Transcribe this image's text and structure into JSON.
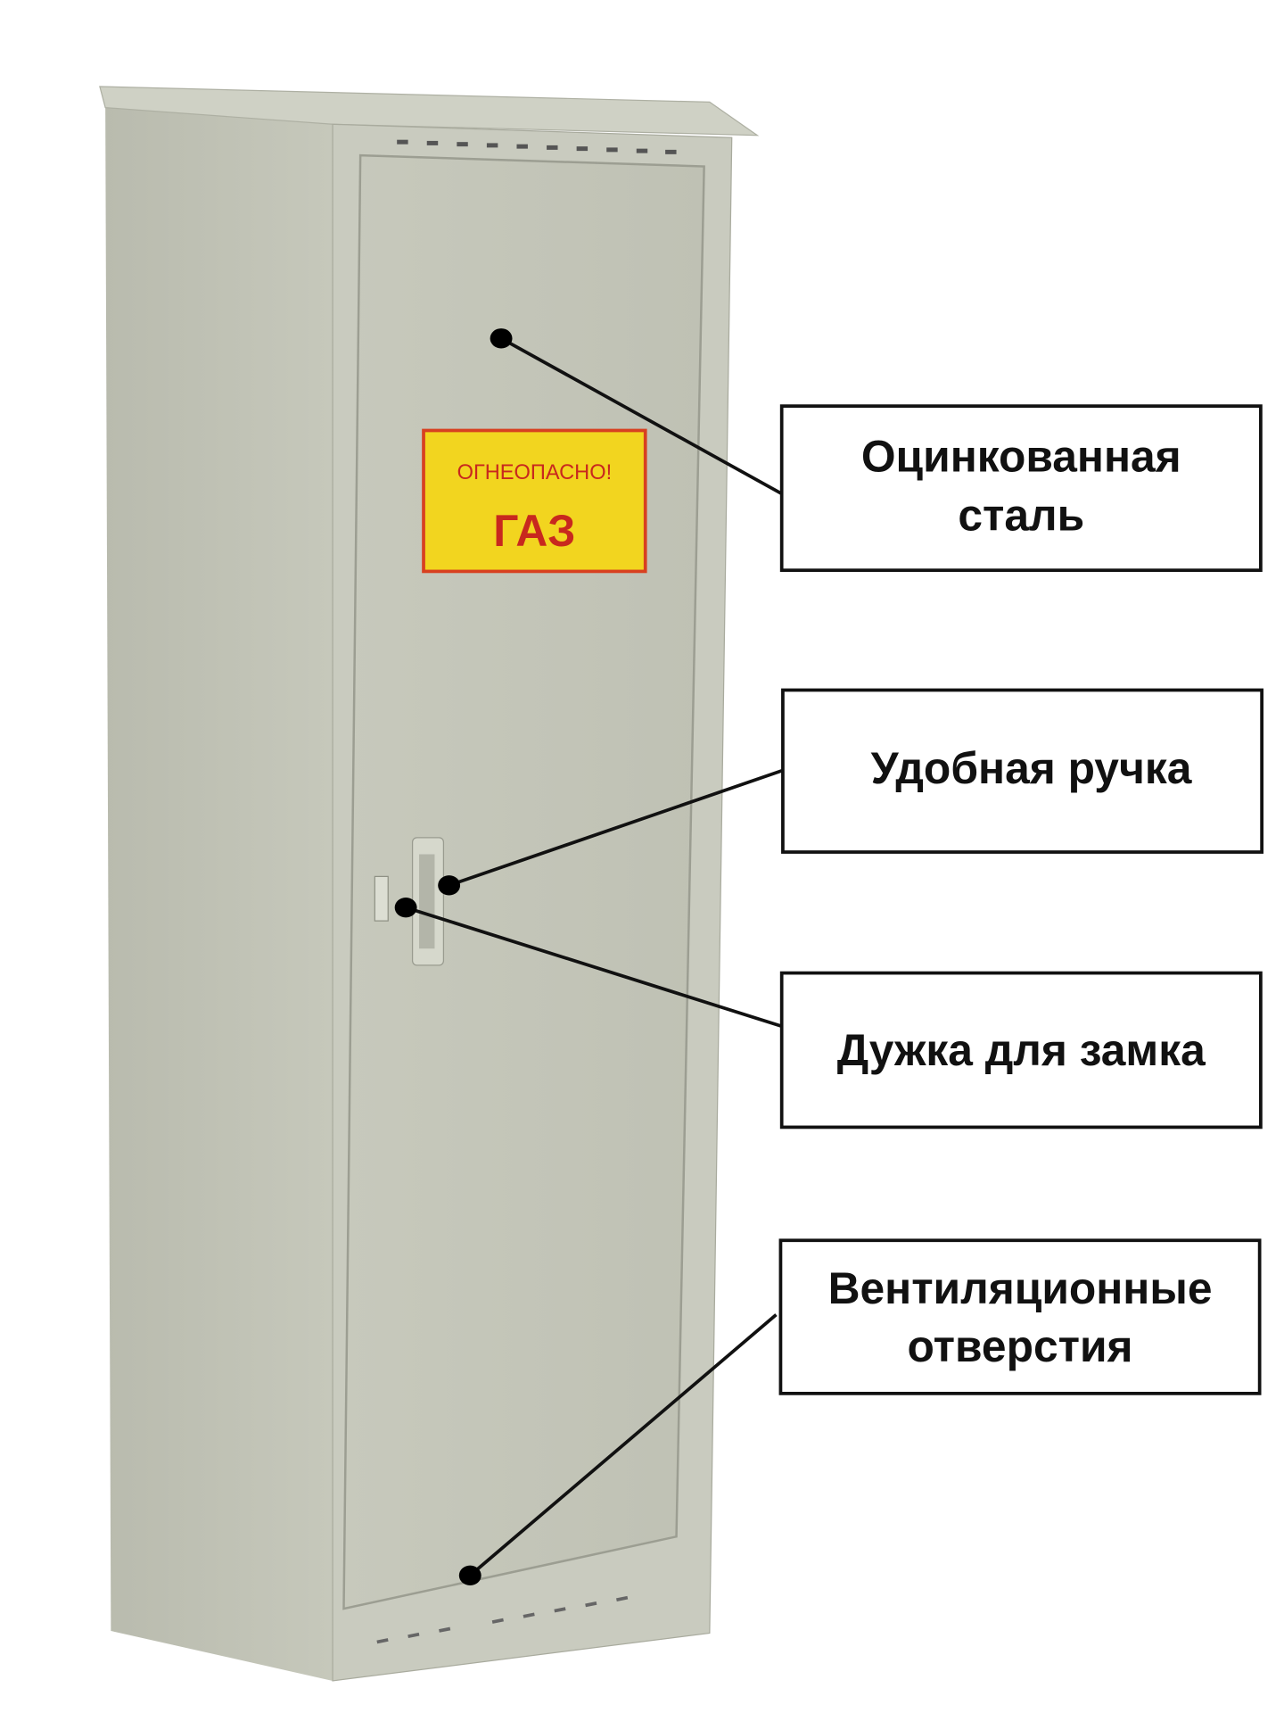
{
  "sign": {
    "line1": "ОГНЕОПАСНО!",
    "line2": "ГАЗ"
  },
  "callouts": [
    {
      "lines": [
        "Оцинкованная",
        "сталь"
      ]
    },
    {
      "lines": [
        "Удобная ручка"
      ]
    },
    {
      "lines": [
        "Дужка для замка"
      ]
    },
    {
      "lines": [
        "Вентиляционные",
        "отверстия"
      ]
    }
  ],
  "colors": {
    "metal": "#c3c5b8",
    "sign_bg": "#f2d51f",
    "sign_text": "#c8281e"
  }
}
